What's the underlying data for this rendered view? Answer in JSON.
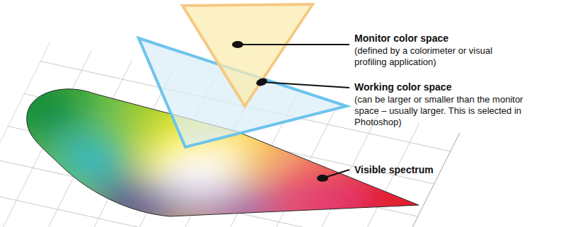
{
  "diagram": {
    "labels": [
      "Monitor color space",
      "(defined by a colorimeter or visual profiling application)",
      "Working color space",
      "(can be larger or smaller than the monitor space – usually larger. This is selected in Photoshop)",
      "Visible spectrum"
    ]
  }
}
